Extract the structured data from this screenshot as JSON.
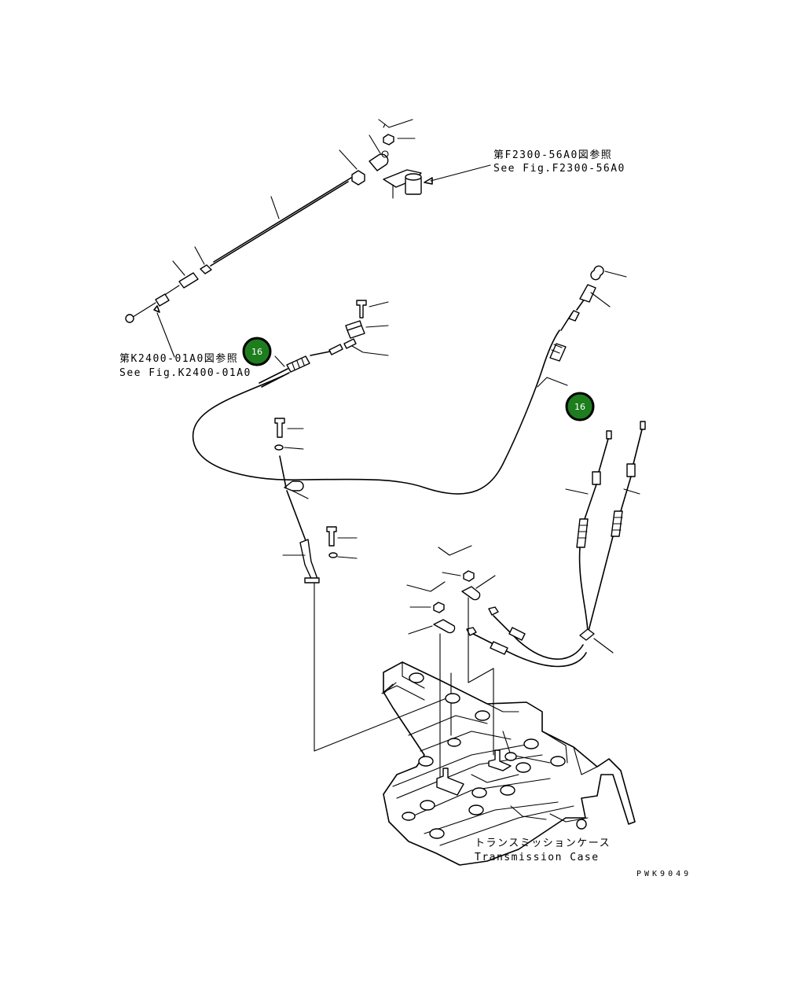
{
  "references": {
    "top_right": {
      "jp": "第F2300-56A0図参照",
      "en": "See Fig.F2300-56A0"
    },
    "left": {
      "jp": "第K2400-01A0図参照",
      "en": "See Fig.K2400-01A0"
    }
  },
  "case_label": {
    "jp": "トランスミッションケース",
    "en": "Transmission Case"
  },
  "drawing_code": "PWK9049",
  "callouts": [
    {
      "label": "16",
      "color": "#1e7d1e"
    },
    {
      "label": "16",
      "color": "#1e7d1e"
    }
  ]
}
